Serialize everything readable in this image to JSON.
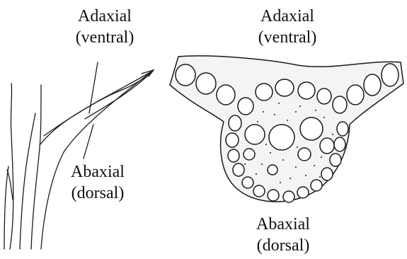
{
  "left_figure": {
    "top_label": {
      "line1": "Adaxial",
      "line2": "(ventral)"
    },
    "bottom_label": {
      "line1": "Abaxial",
      "line2": "(dorsal)"
    }
  },
  "right_figure": {
    "top_label": {
      "line1": "Adaxial",
      "line2": "(ventral)"
    },
    "bottom_label": {
      "line1": "Abaxial",
      "line2": "(dorsal)"
    }
  },
  "colors": {
    "ink": "#1a1a1a",
    "cell_fill": "#ffffff",
    "tissue_fill": "#f4f4f4"
  }
}
